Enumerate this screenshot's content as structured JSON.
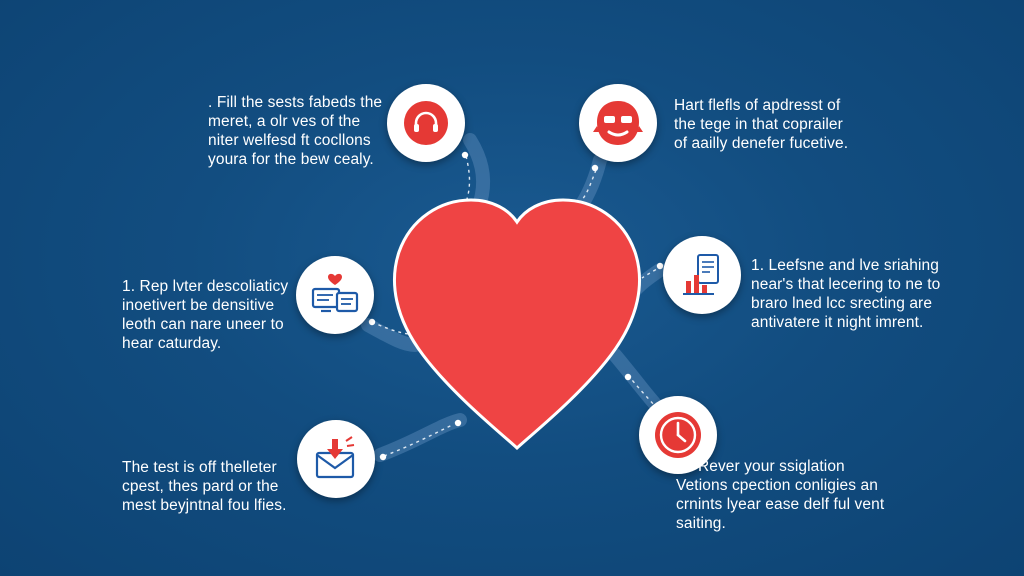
{
  "colors": {
    "background": "#124d80",
    "heart": "#ef4444",
    "accent_red": "#e53935",
    "accent_blue": "#1e5aa8",
    "text": "#ffffff"
  },
  "heart": {
    "icon": "heart-shape"
  },
  "nodes": [
    {
      "id": "top-left",
      "icon": "headphones-icon",
      "lines": [
        ". Fill the sests fabeds the",
        "meret,  a  olr  ves  of  the",
        "niter welfesd ft cocllons",
        "youra for the bew cealy."
      ]
    },
    {
      "id": "top-right",
      "icon": "mask-face-icon",
      "lines": [
        "Hart flefls of apdresst of",
        "the tege in that coprailer",
        "of aailly denefer fucetive."
      ]
    },
    {
      "id": "middle-left",
      "icon": "monitor-heart-icon",
      "lines": [
        "1. Rep lvter descoliaticy",
        "inoetivert be densitive",
        "leoth can nare uneer to",
        "hear caturday."
      ]
    },
    {
      "id": "middle-right",
      "icon": "document-chart-icon",
      "lines": [
        "1. Leefsne and lve sriahing",
        "near's that lecering to ne to",
        "braro lned lcc srecting are",
        "antivatere it night imrent."
      ]
    },
    {
      "id": "bottom-left",
      "icon": "mail-download-icon",
      "lines": [
        "The test is off thelleter",
        "cpest, thes pard or the",
        "mest beyjntnal fou lfies."
      ]
    },
    {
      "id": "bottom-right",
      "icon": "clock-icon",
      "lines": [
        ".2. Rever your ssiglation",
        "Vetions cpection conligies an",
        "crnints lyear ease delf ful vent",
        "saiting."
      ]
    }
  ]
}
